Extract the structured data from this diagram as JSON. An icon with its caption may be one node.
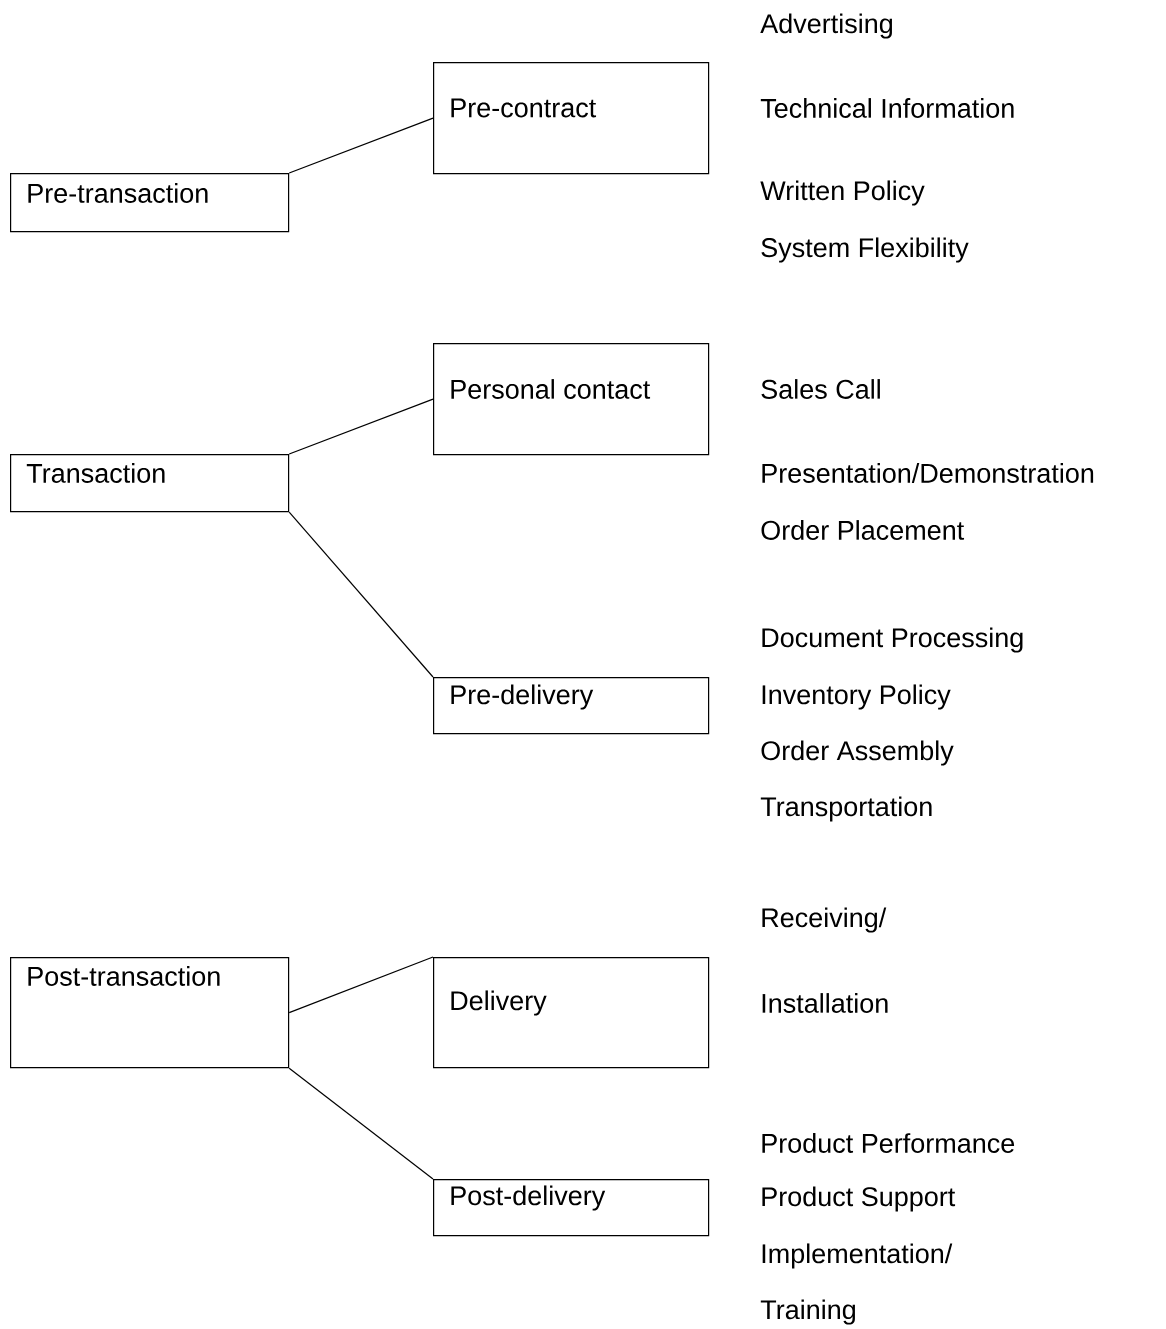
{
  "diagram": {
    "nodes": [
      {
        "text": [
          "Pre-contract"
        ]
      },
      {
        "text": [
          "Pre-transaction"
        ]
      },
      {
        "text": [
          "Personal contact"
        ]
      },
      {
        "text": [
          "Transaction"
        ]
      },
      {
        "text": [
          "Pre-delivery"
        ]
      },
      {
        "text": [
          "Post-transaction"
        ]
      },
      {
        "text": [
          "Delivery"
        ]
      },
      {
        "text": [
          "Post-delivery"
        ]
      }
    ],
    "edges": [
      {
        "from": 1,
        "to": 0,
        "arrow": "none"
      },
      {
        "from": 3,
        "to": 2,
        "arrow": "none"
      },
      {
        "from": 3,
        "to": 4,
        "arrow": "none"
      },
      {
        "from": 5,
        "to": 6,
        "arrow": "none"
      },
      {
        "from": 5,
        "to": 7,
        "arrow": "none"
      }
    ],
    "labels": [
      "Advertising",
      "Technical Information",
      "Written Policy",
      "System Flexibility",
      "Sales Call",
      "Presentation/Demonstration",
      "Order Placement",
      "Document Processing",
      "Inventory Policy",
      "Order Assembly",
      "Transportation",
      "Receiving/",
      "Installation",
      "Product Performance",
      "Product Support",
      "Implementation/",
      "Training"
    ]
  }
}
